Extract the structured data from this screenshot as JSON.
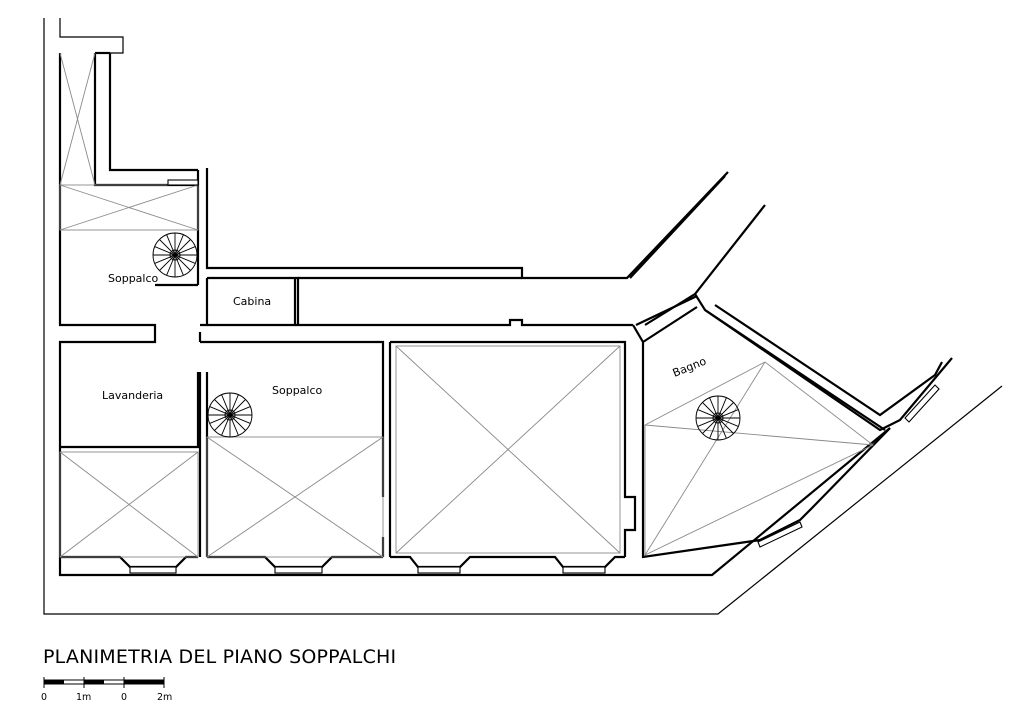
{
  "drawing": {
    "title": "PLANIMETRIA DEL PIANO SOPPALCHI",
    "rooms": {
      "soppalco_left": "Soppalco",
      "cabina": "Cabina",
      "lavanderia": "Lavanderia",
      "soppalco_center": "Soppalco",
      "bagno": "Bagno"
    },
    "scale_bar": {
      "ticks": [
        "0",
        "1m",
        "0",
        "2m"
      ]
    }
  },
  "colors": {
    "line": "#000000",
    "void_cross": "#8a8a8a",
    "background": "#ffffff"
  }
}
